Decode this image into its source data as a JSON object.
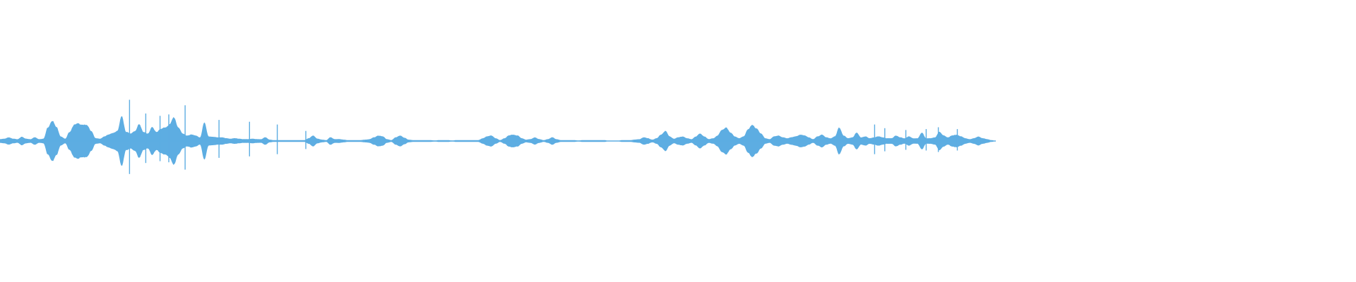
{
  "waveform": {
    "color": "#5dade2",
    "background": "#ffffff",
    "envelope": [
      0.04,
      0.05,
      0.08,
      0.05,
      0.04,
      0.09,
      0.05,
      0.04,
      0.08,
      0.04,
      0.05,
      0.3,
      0.45,
      0.3,
      0.1,
      0.05,
      0.2,
      0.35,
      0.38,
      0.36,
      0.34,
      0.22,
      0.06,
      0.05,
      0.1,
      0.14,
      0.18,
      0.22,
      0.55,
      0.2,
      0.16,
      0.22,
      0.36,
      0.2,
      0.16,
      0.3,
      0.2,
      0.26,
      0.3,
      0.36,
      0.52,
      0.3,
      0.16,
      0.12,
      0.14,
      0.12,
      0.08,
      0.4,
      0.1,
      0.09,
      0.08,
      0.08,
      0.06,
      0.05,
      0.06,
      0.05,
      0.04,
      0.04,
      0.05,
      0.04,
      0.04,
      0.08,
      0.03,
      0.02,
      0.02,
      0.02,
      0.02,
      0.02,
      0.02,
      0.02,
      0.02,
      0.06,
      0.12,
      0.05,
      0.03,
      0.02,
      0.08,
      0.04,
      0.04,
      0.03,
      0.02,
      0.02,
      0.02,
      0.02,
      0.03,
      0.04,
      0.08,
      0.12,
      0.1,
      0.04,
      0.02,
      0.08,
      0.12,
      0.07,
      0.03,
      0.02,
      0.02,
      0.02,
      0.02,
      0.02,
      0.01,
      0.02,
      0.02,
      0.02,
      0.01,
      0.02,
      0.02,
      0.02,
      0.02,
      0.02,
      0.02,
      0.06,
      0.1,
      0.12,
      0.06,
      0.02,
      0.06,
      0.12,
      0.14,
      0.12,
      0.06,
      0.03,
      0.04,
      0.08,
      0.04,
      0.02,
      0.04,
      0.08,
      0.04,
      0.02,
      0.02,
      0.02,
      0.02,
      0.01,
      0.02,
      0.02,
      0.02,
      0.02,
      0.02,
      0.02,
      0.0,
      0.0,
      0.0,
      0.02,
      0.02,
      0.02,
      0.03,
      0.04,
      0.08,
      0.06,
      0.03,
      0.06,
      0.14,
      0.22,
      0.1,
      0.05,
      0.08,
      0.1,
      0.06,
      0.04,
      0.1,
      0.16,
      0.1,
      0.04,
      0.06,
      0.12,
      0.24,
      0.3,
      0.18,
      0.1,
      0.06,
      0.1,
      0.26,
      0.34,
      0.28,
      0.16,
      0.06,
      0.04,
      0.1,
      0.12,
      0.08,
      0.06,
      0.08,
      0.1,
      0.14,
      0.12,
      0.08,
      0.04,
      0.1,
      0.14,
      0.08,
      0.06,
      0.1,
      0.3,
      0.12,
      0.06,
      0.08,
      0.18,
      0.08,
      0.1,
      0.06,
      0.08,
      0.1,
      0.08,
      0.06,
      0.06,
      0.12,
      0.08,
      0.06,
      0.1,
      0.06,
      0.06,
      0.18,
      0.06,
      0.06,
      0.08,
      0.2,
      0.12,
      0.08,
      0.12,
      0.14,
      0.1,
      0.06,
      0.04,
      0.06,
      0.1,
      0.06,
      0.04,
      0.02,
      0.0
    ],
    "spikes": [
      {
        "pos": 0.0955,
        "amp": 0.9
      },
      {
        "pos": 0.1075,
        "amp": 0.6
      },
      {
        "pos": 0.118,
        "amp": 0.55
      },
      {
        "pos": 0.1245,
        "amp": 0.58
      },
      {
        "pos": 0.1365,
        "amp": 0.78
      },
      {
        "pos": 0.1615,
        "amp": 0.46
      },
      {
        "pos": 0.184,
        "amp": 0.42
      },
      {
        "pos": 0.2045,
        "amp": 0.36
      },
      {
        "pos": 0.2255,
        "amp": 0.22
      },
      {
        "pos": 0.645,
        "amp": 0.36
      },
      {
        "pos": 0.6525,
        "amp": 0.28
      },
      {
        "pos": 0.668,
        "amp": 0.24
      },
      {
        "pos": 0.683,
        "amp": 0.26
      },
      {
        "pos": 0.692,
        "amp": 0.3
      },
      {
        "pos": 0.706,
        "amp": 0.26
      }
    ]
  }
}
